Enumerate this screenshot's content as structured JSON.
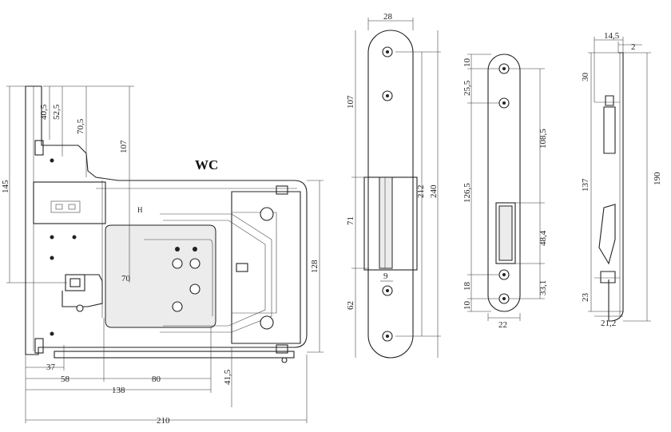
{
  "title": "WC",
  "lock": {
    "d_40_5": "40,5",
    "d_52_5": "52,5",
    "d_70_5": "70,5",
    "d_107": "107",
    "d_145": "145",
    "d_70": "70",
    "d_128": "128",
    "d_37": "37",
    "d_58": "58",
    "d_80": "80",
    "d_41_5": "41,5",
    "d_138": "138",
    "d_210": "210"
  },
  "faceplate": {
    "d_28": "28",
    "d_107": "107",
    "d_71": "71",
    "d_62": "62",
    "d_9": "9",
    "d_212": "212",
    "d_240": "240"
  },
  "strike": {
    "d_10_top": "10",
    "d_25_5": "25,5",
    "d_126_5": "126,5",
    "d_18": "18",
    "d_10_bottom": "10",
    "d_108_5": "108,5",
    "d_48_4": "48,4",
    "d_33_1": "33,1",
    "d_22": "22"
  },
  "side": {
    "d_14_5": "14,5",
    "d_2": "2",
    "d_30": "30",
    "d_137": "137",
    "d_23": "23",
    "d_190": "190",
    "d_21_2": "21,2"
  }
}
